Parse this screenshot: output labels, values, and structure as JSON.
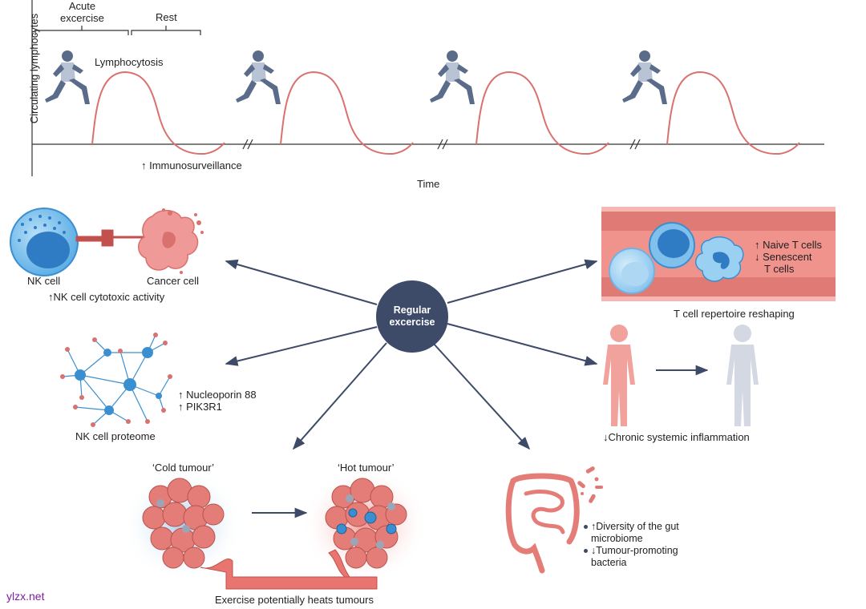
{
  "timeline": {
    "y_axis_label": "Circulating lymphocytes",
    "x_axis_label": "Time",
    "phase_acute": [
      "Acute",
      "excercise"
    ],
    "phase_rest": "Rest",
    "lymphocytosis": "Lymphocytosis",
    "immunosurveillance": "↑ Immunosurveillance"
  },
  "center": {
    "line1": "Regular",
    "line2": "excercise"
  },
  "nk": {
    "nk_cell": "NK cell",
    "cancer_cell": "Cancer cell",
    "activity": "↑NK cell cytotoxic activity"
  },
  "tcell": {
    "naive": "↑ Naive T cells",
    "senescent1": "↓ Senescent",
    "senescent2": "T cells",
    "caption": "T cell repertoire reshaping"
  },
  "proteome": {
    "nucleoporin": "↑ Nucleoporin 88",
    "pik3r1": "↑ PIK3R1",
    "caption": "NK cell proteome"
  },
  "inflammation": {
    "caption": "↓Chronic systemic inflammation"
  },
  "tumour": {
    "cold": "‘Cold tumour’",
    "hot": "‘Hot tumour’",
    "caption": "Exercise potentially heats tumours"
  },
  "gut": {
    "item1_line1": "↑Diversity of the gut",
    "item1_line2": "microbiome",
    "item2_line1": "↓Tumour-promoting",
    "item2_line2": "bacteria"
  },
  "watermark": "ylzx.net",
  "colors": {
    "curve": "#d9716e",
    "arrow": "#3d4a68",
    "hub": "#3d4a68",
    "nk_blue": "#3a8fd0",
    "cancer_pink": "#ef9a98",
    "vessel": "#e8756f",
    "runner": "#5b6b8a"
  }
}
